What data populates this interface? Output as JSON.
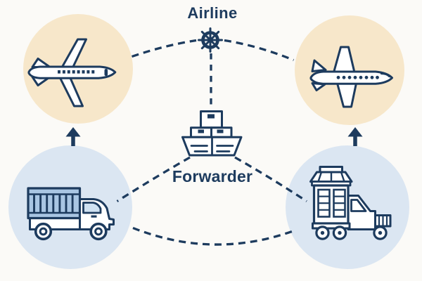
{
  "labels": {
    "airline": "Airline",
    "forwarder": "Forwarder"
  },
  "colors": {
    "background": "#fbfaf7",
    "navy": "#1d3b5e",
    "beige_circle": "#f7e7ca",
    "blue_circle": "#dbe6f2",
    "container_fill": "#a9c6e3",
    "window_fill": "#cfe1f1",
    "icon_fill": "#ffffff"
  },
  "nodes": [
    {
      "id": "airline-hub",
      "label": "Airline",
      "icon": "ship-wheel-icon"
    },
    {
      "id": "forwarder-hub",
      "label": "Forwarder",
      "icon": "cargo-ship-icon"
    },
    {
      "id": "plane-left",
      "icon": "airplane-icon",
      "circle_color": "beige"
    },
    {
      "id": "plane-right",
      "icon": "airplane-icon",
      "circle_color": "beige"
    },
    {
      "id": "truck-left",
      "icon": "container-truck-icon",
      "circle_color": "blue"
    },
    {
      "id": "truck-right",
      "icon": "crate-truck-icon",
      "circle_color": "blue"
    }
  ],
  "connections": [
    {
      "from": "plane-left",
      "to": "airline-hub",
      "style": "dashed"
    },
    {
      "from": "airline-hub",
      "to": "plane-right",
      "style": "dashed"
    },
    {
      "from": "airline-hub",
      "to": "forwarder-hub",
      "style": "dashed"
    },
    {
      "from": "forwarder-hub",
      "to": "truck-left",
      "style": "dashed"
    },
    {
      "from": "forwarder-hub",
      "to": "truck-right",
      "style": "dashed"
    },
    {
      "from": "truck-left",
      "to": "truck-right",
      "style": "dashed"
    },
    {
      "from": "truck-left",
      "to": "plane-left",
      "style": "arrow-up"
    },
    {
      "from": "truck-right",
      "to": "plane-right",
      "style": "arrow-up"
    }
  ]
}
